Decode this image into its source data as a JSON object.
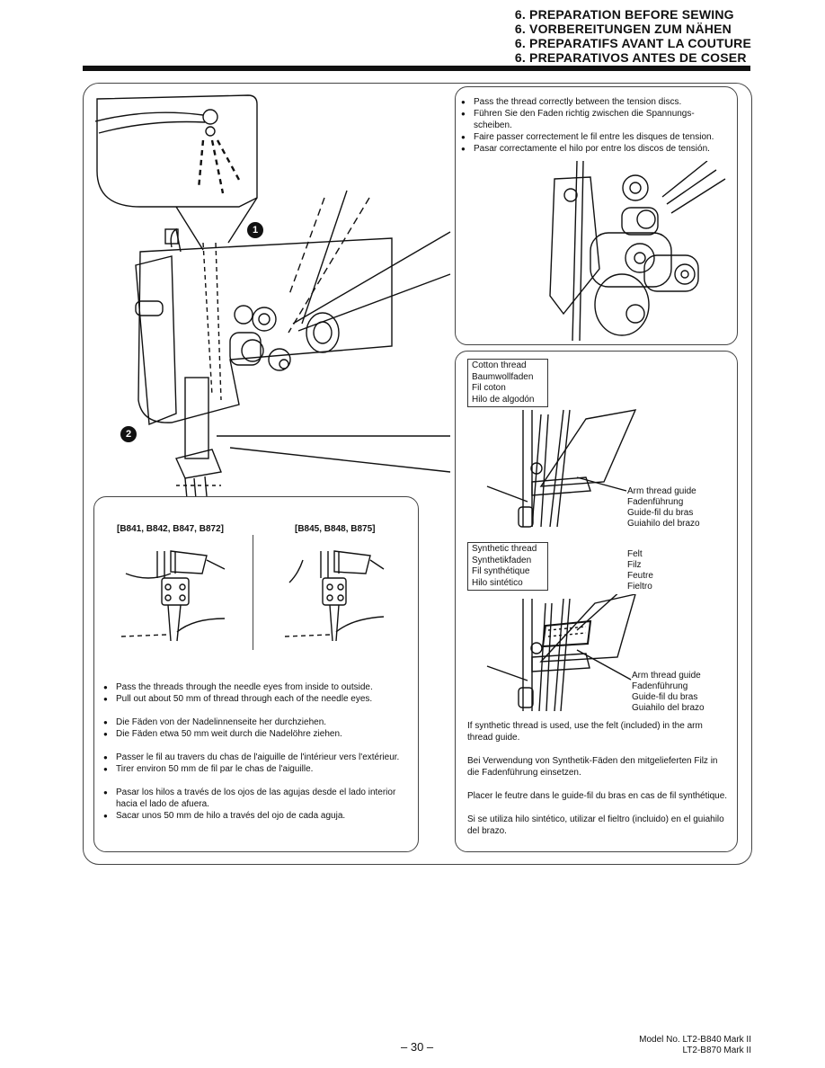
{
  "header": {
    "titles": [
      "6. PREPARATION BEFORE SEWING",
      "6. VORBEREITUNGEN ZUM NÄHEN",
      "6. PREPARATIFS AVANT LA COUTURE",
      "6. PREPARATIVOS ANTES DE COSER"
    ]
  },
  "tension": {
    "bullets": [
      "Pass the thread correctly between the tension discs.",
      "Führen Sie den Faden richtig zwischen die Spannungs-scheiben.",
      "Faire passer correctement le fil entre les disques de tension.",
      "Pasar correctamente el hilo por entre los discos de tensión."
    ]
  },
  "callouts": {
    "one": "1",
    "two": "2"
  },
  "cotton": {
    "labels": [
      "Cotton thread",
      "Baumwollfaden",
      "Fil coton",
      "Hilo de algodón"
    ],
    "guide": [
      "Arm thread guide",
      "Fadenführung",
      "Guide-fil du bras",
      "Guiahilo del brazo"
    ]
  },
  "synthetic": {
    "labels": [
      "Synthetic thread",
      "Synthetikfaden",
      "Fil synthétique",
      "Hilo sintético"
    ],
    "felt": [
      "Felt",
      "Filz",
      "Feutre",
      "Fieltro"
    ],
    "guide": [
      "Arm thread guide",
      "Fadenführung",
      "Guide-fil du bras",
      "Guiahilo del brazo"
    ],
    "notes": [
      "If synthetic thread is used, use the felt (included) in the arm thread guide.",
      "Bei Verwendung von Synthetik-Fäden den mitgelieferten Filz in die Fadenführung einsetzen.",
      "Placer le feutre dans le guide-fil du bras en cas de fil synthétique.",
      "Si se utiliza hilo sintético, utilizar el fieltro (incluido) en el guiahilo del brazo."
    ]
  },
  "needle": {
    "model_left": "[B841, B842, B847, B872]",
    "model_right": "[B845, B848, B875]",
    "groups": [
      [
        "Pass the threads through the needle eyes from inside to outside.",
        "Pull out about 50 mm of thread through each of the needle eyes."
      ],
      [
        "Die Fäden von der Nadelinnenseite her durchziehen.",
        "Die Fäden etwa 50 mm weit durch die Nadelöhre ziehen."
      ],
      [
        "Passer le fil au travers du chas de l'aiguille de l'intérieur vers l'extérieur.",
        "Tirer environ 50 mm de fil par le chas de l'aiguille."
      ],
      [
        "Pasar los hilos a través de los ojos de las agujas desde el lado interior hacia el lado de afuera.",
        "Sacar unos 50 mm de hilo a través del ojo de cada aguja."
      ]
    ]
  },
  "footer": {
    "page": "– 30 –",
    "model_line1": "Model No.  LT2-B840 Mark II",
    "model_line2": "LT2-B870 Mark II"
  }
}
